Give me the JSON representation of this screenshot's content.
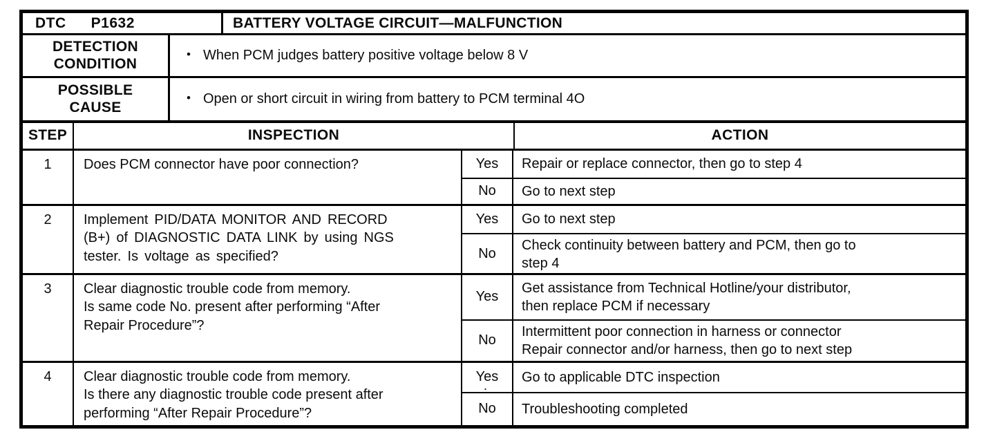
{
  "header": {
    "dtc_label": "DTC",
    "dtc_code": "P1632",
    "title": "BATTERY VOLTAGE CIRCUIT—MALFUNCTION"
  },
  "detection_condition": {
    "label": "DETECTION\nCONDITION",
    "bullet": "•",
    "text": "When PCM judges battery positive voltage below 8 V"
  },
  "possible_cause": {
    "label": "POSSIBLE\nCAUSE",
    "bullet": "•",
    "text": "Open or short circuit in wiring from battery to PCM terminal 4O"
  },
  "table": {
    "columns": {
      "step": "STEP",
      "inspection": "INSPECTION",
      "action": "ACTION"
    },
    "steps": [
      {
        "number": "1",
        "inspection": "Does PCM connector have poor connection?",
        "yes_label": "Yes",
        "yes_action": "Repair or replace connector, then go to step 4",
        "no_label": "No",
        "no_action": "Go to next step"
      },
      {
        "number": "2",
        "inspection": "Implement PID/DATA MONITOR AND RECORD\n(B+) of DIAGNOSTIC DATA LINK by using NGS\ntester. Is voltage as specified?",
        "yes_label": "Yes",
        "yes_action": "Go to next step",
        "no_label": "No",
        "no_action": "Check continuity between battery and PCM, then go to\nstep 4"
      },
      {
        "number": "3",
        "inspection": "Clear diagnostic trouble code from memory.\nIs same code No. present after performing “After\nRepair Procedure”?",
        "yes_label": "Yes",
        "yes_action": "Get assistance from Technical Hotline/your distributor,\nthen replace PCM if necessary",
        "no_label": "No",
        "no_action": "Intermittent poor connection in harness or connector\nRepair connector and/or harness, then go to next step"
      },
      {
        "number": "4",
        "inspection": "Clear diagnostic trouble code from memory.\nIs there any diagnostic trouble code present after\nperforming “After Repair Procedure”?",
        "yes_label": "Yes",
        "yes_action": "Go to applicable DTC inspection",
        "no_label": "No",
        "no_action": "Troubleshooting completed"
      }
    ]
  }
}
